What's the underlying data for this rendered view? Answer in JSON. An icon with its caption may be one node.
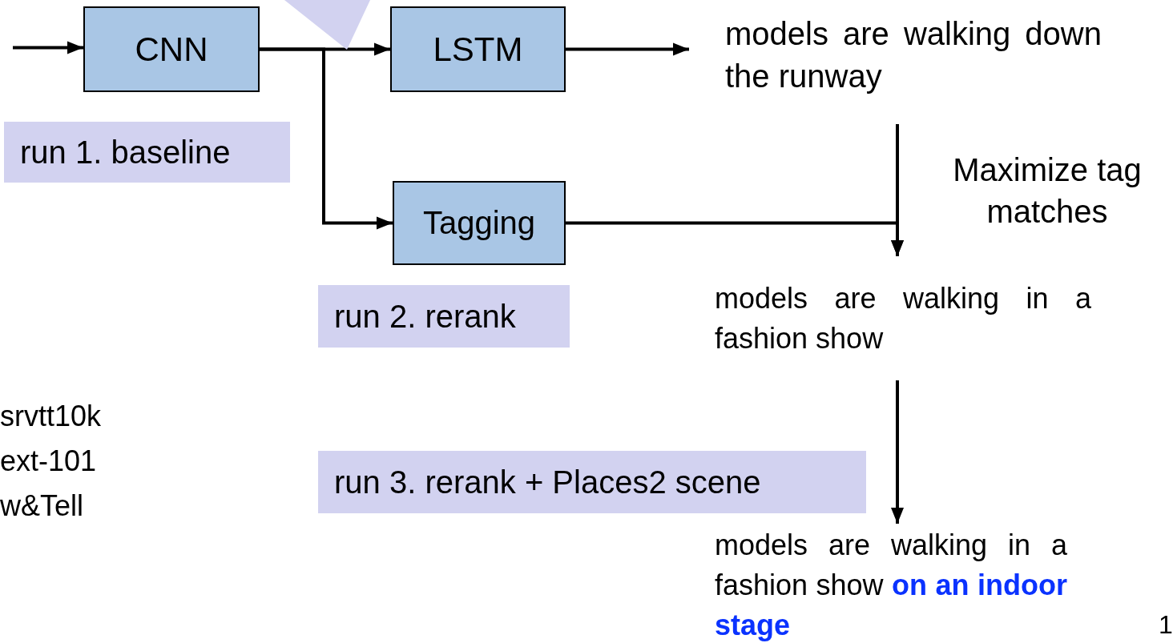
{
  "diagram": {
    "nodes": [
      {
        "text": [
          "CNN"
        ]
      },
      {
        "text": [
          "LSTM"
        ]
      },
      {
        "text": [
          "Tagging"
        ]
      },
      {
        "text": [
          "models are walking down the runway"
        ]
      },
      {
        "text": [
          "models are walking in a fashion show"
        ]
      },
      {
        "text": [
          "models are walking in a fashion show **on an indoor stage**"
        ]
      },
      {
        "text": [
          "run 1. baseline"
        ]
      },
      {
        "text": [
          "run 2. rerank"
        ]
      },
      {
        "text": [
          "run 3. rerank + Places2 scene"
        ]
      },
      {
        "text": [],
        "shape": "triangle"
      }
    ],
    "edges": [
      {
        "from": null,
        "to": 0,
        "arrow": "to"
      },
      {
        "from": 0,
        "to": 1,
        "arrow": "to"
      },
      {
        "from": 0,
        "to": 2,
        "arrow": "to"
      },
      {
        "from": 1,
        "to": 3,
        "arrow": "to"
      },
      {
        "from": 3,
        "to": 4,
        "arrow": "to",
        "label": "Maximize tag matches"
      },
      {
        "from": 2,
        "to": 4,
        "arrow": "to"
      },
      {
        "from": 4,
        "to": 5,
        "arrow": "to"
      }
    ],
    "labels": [
      "srvtt10k",
      "ext-101",
      "w&Tell",
      "1"
    ]
  }
}
